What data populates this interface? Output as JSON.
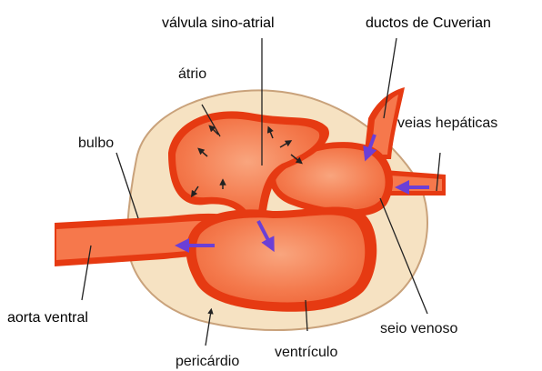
{
  "labels": {
    "valvula": "válvula sino-atrial",
    "ductos": "ductos de Cuverian",
    "atrio": "átrio",
    "veias": "veias hepáticas",
    "bulbo": "bulbo",
    "aorta": "aorta ventral",
    "seio": "seio venoso",
    "pericardio": "pericárdio",
    "ventriculo": "ventrículo"
  },
  "colors": {
    "pericardium_fill": "#f6e2c2",
    "pericardium_stroke": "#c9a27b",
    "tissue_dark": "#e63a12",
    "tissue_light": "#f6784c",
    "flow_arrow": "#6b3fd6",
    "pointer_line": "#222222"
  }
}
